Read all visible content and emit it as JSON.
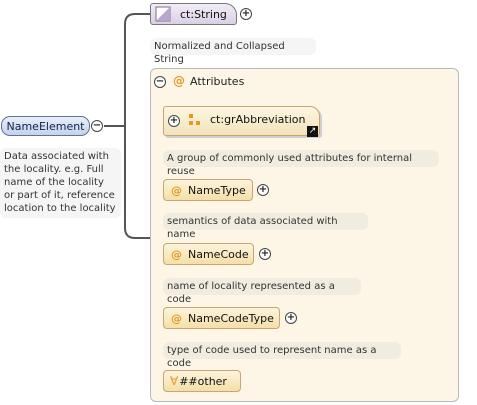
{
  "root": {
    "name": "NameElement",
    "description": "Data associated with the locality. e.g. Full name of the locality or part of it, reference location to the locality"
  },
  "type_node": {
    "name": "ct:String",
    "description": "Normalized and Collapsed String"
  },
  "attributes_group": {
    "title": "Attributes",
    "group_ref": {
      "name": "ct:grAbbreviation",
      "description": "A group of commonly used attributes for internal reuse"
    },
    "attributes": [
      {
        "name": "NameType",
        "description": "semantics of data associated with name"
      },
      {
        "name": "NameCode",
        "description": "name of locality represented as a code"
      },
      {
        "name": "NameCodeType",
        "description": "type of code used to represent name as a code"
      }
    ],
    "any_attribute": "##other"
  },
  "glyphs": {
    "collapse": "−",
    "expand": "+",
    "at": "@",
    "link": "↗",
    "any": "∀"
  },
  "colors": {
    "root_fill": "#c3d2ec",
    "type_fill": "#dad0e4",
    "attr_fill": "#f5dfa8",
    "accent": "#e69a26",
    "connector": "#555555"
  }
}
